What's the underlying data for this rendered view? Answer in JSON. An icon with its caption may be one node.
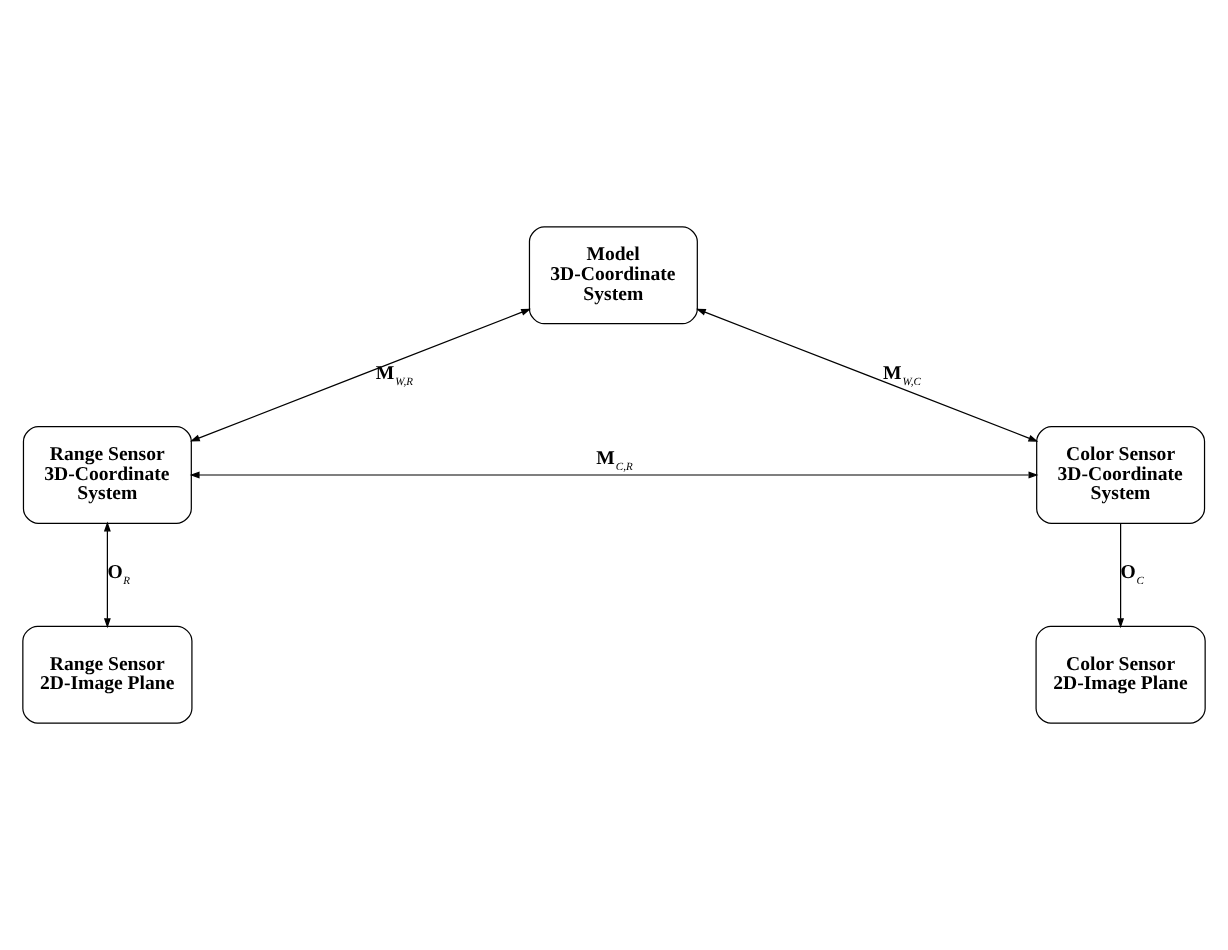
{
  "diagram": {
    "nodes": [
      {
        "text": [
          "Model 3D-Coordinate System"
        ]
      },
      {
        "text": [
          "Range Sensor 3D-Coordinate System"
        ]
      },
      {
        "text": [
          "Color Sensor 3D-Coordinate System"
        ]
      },
      {
        "text": [
          "Range Sensor 2D-Image Plane"
        ]
      },
      {
        "text": [
          "Color Sensor 2D-Image Plane"
        ]
      }
    ],
    "edges": [
      {
        "from": 0,
        "to": 1,
        "arrow": "both",
        "label": "M$_{W,R}$"
      },
      {
        "from": 0,
        "to": 2,
        "arrow": "both",
        "label": "M$_{W,C}$"
      },
      {
        "from": 1,
        "to": 2,
        "arrow": "both",
        "label": "M$_{C,R}$"
      },
      {
        "from": 1,
        "to": 3,
        "arrow": "both",
        "label": "O$_{R}$"
      },
      {
        "from": 2,
        "to": 4,
        "arrow": "to",
        "label": "O$_{C}$"
      }
    ]
  }
}
